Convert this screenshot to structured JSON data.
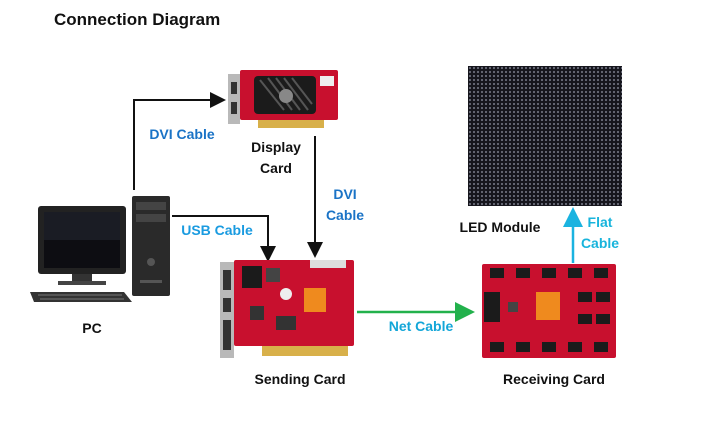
{
  "title": "Connection Diagram",
  "nodes": {
    "pc": "PC",
    "display_card_line1": "Display",
    "display_card_line2": "Card",
    "sending_card": "Sending Card",
    "receiving_card": "Receiving Card",
    "led_module": "LED Module"
  },
  "connections": {
    "dvi_pc": "DVI Cable",
    "usb": "USB Cable",
    "dvi_card_line1": "DVI",
    "dvi_card_line2": "Cable",
    "net": "Net Cable",
    "flat_line1": "Flat",
    "flat_line2": "Cable"
  },
  "colors": {
    "dvi_label": "#1a73c6",
    "usb_label": "#1a9be0",
    "net_label": "#13a6d8",
    "flat_label": "#18b4dc",
    "net_arrow": "#22b14c",
    "flat_arrow": "#1ab3e0",
    "pcb_red": "#c8102e"
  }
}
